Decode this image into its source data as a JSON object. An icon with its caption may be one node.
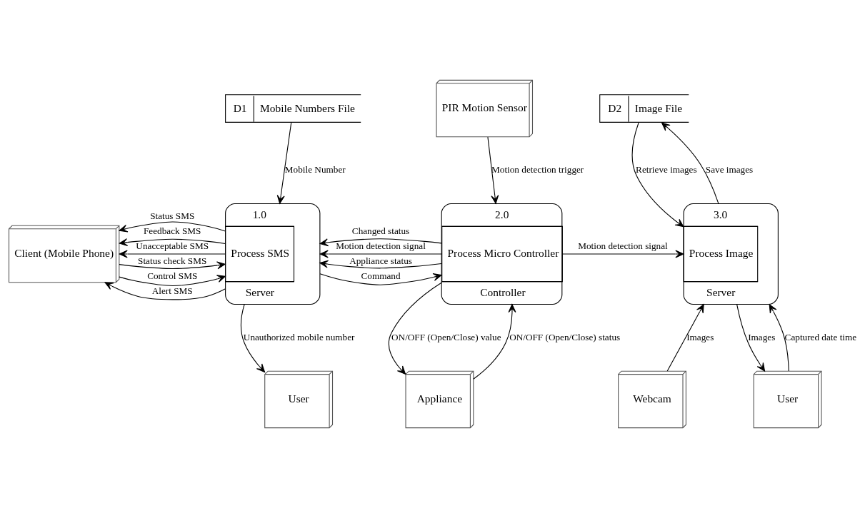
{
  "diagram": {
    "nodes": [
      {
        "text": [
          "D1",
          "Mobile Numbers File"
        ]
      },
      {
        "text": [
          "PIR Motion Sensor"
        ]
      },
      {
        "text": [
          "D2",
          "Image File"
        ]
      },
      {
        "text": [
          "Client (Mobile Phone)"
        ]
      },
      {
        "text": [
          "1.0",
          "Process SMS",
          "Server"
        ]
      },
      {
        "text": [
          "2.0",
          "Process Micro Controller",
          "Controller"
        ]
      },
      {
        "text": [
          "3.0",
          "Process Image",
          "Server"
        ]
      },
      {
        "text": [
          "User"
        ]
      },
      {
        "text": [
          "Appliance"
        ]
      },
      {
        "text": [
          "Webcam"
        ]
      },
      {
        "text": [
          "User"
        ]
      }
    ],
    "edges": [
      {
        "from": 0,
        "to": 4,
        "arrow": "to",
        "label": "Mobile Number"
      },
      {
        "from": 1,
        "to": 5,
        "arrow": "to",
        "label": "Motion detection trigger"
      },
      {
        "from": 3,
        "to": 4,
        "arrow": "to",
        "label": "Control SMS"
      },
      {
        "from": 4,
        "to": 3,
        "arrow": "to",
        "label": "Feedback SMS"
      },
      {
        "from": 3,
        "to": 4,
        "arrow": "to",
        "label": "Status check SMS"
      },
      {
        "from": 4,
        "to": 3,
        "arrow": "to",
        "label": "Status SMS"
      },
      {
        "from": 4,
        "to": 3,
        "arrow": "to",
        "label": "Alert SMS"
      },
      {
        "from": 4,
        "to": 3,
        "arrow": "to",
        "label": "Unacceptable SMS"
      },
      {
        "from": 4,
        "to": 5,
        "arrow": "to",
        "label": "Command"
      },
      {
        "from": 5,
        "to": 4,
        "arrow": "to",
        "label": "Changed status"
      },
      {
        "from": 5,
        "to": 6,
        "arrow": "to",
        "label": "Motion detection signal"
      },
      {
        "from": 2,
        "to": 6,
        "arrow": "to",
        "label": "Retrieve images"
      },
      {
        "from": 6,
        "to": 2,
        "arrow": "to",
        "label": "Save images"
      },
      {
        "from": 5,
        "to": 4,
        "arrow": "to",
        "label": "Appliance status"
      },
      {
        "from": 5,
        "to": 4,
        "arrow": "to",
        "label": "Motion detection signal"
      },
      {
        "from": 4,
        "to": 7,
        "arrow": "to",
        "label": "Unauthorized mobile number"
      },
      {
        "from": 5,
        "to": 8,
        "arrow": "to",
        "label": "ON/OFF (Open/Close) value"
      },
      {
        "from": 8,
        "to": 5,
        "arrow": "to",
        "label": "ON/OFF (Open/Close) status"
      },
      {
        "from": 9,
        "to": 6,
        "arrow": "to",
        "label": "Images"
      },
      {
        "from": 10,
        "to": 6,
        "arrow": "to",
        "label": "Captured date time"
      },
      {
        "from": 6,
        "to": 10,
        "arrow": "to",
        "label": "Images"
      }
    ]
  }
}
